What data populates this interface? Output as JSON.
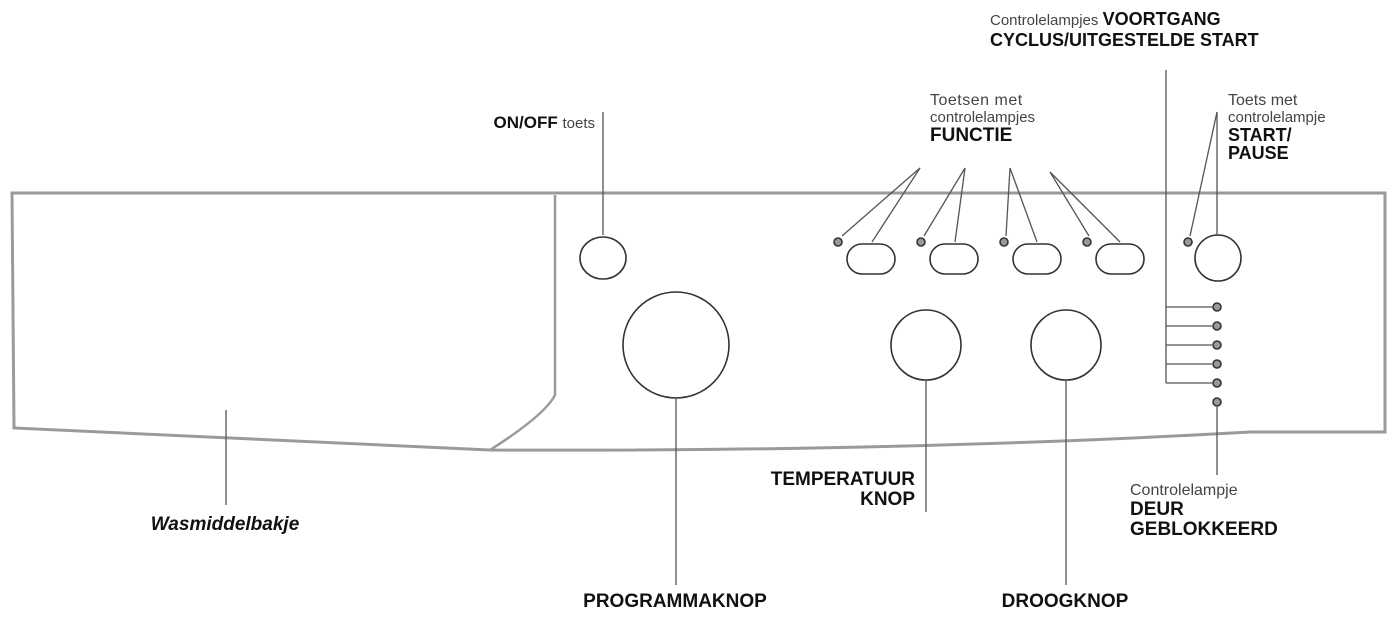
{
  "labels": {
    "onoff": {
      "bold": "ON/OFF",
      "normal": "toets"
    },
    "functie": {
      "line1": "Toetsen met",
      "line2": "controlelampjes",
      "bold": "FUNCTIE"
    },
    "voortgang": {
      "normal": "Controlelampjes",
      "bold1": "VOORTGANG",
      "bold2": "CYCLUS/UITGESTELDE START"
    },
    "startpause": {
      "line1": "Toets met",
      "line2": "controlelampje",
      "bold1": "START/",
      "bold2": "PAUSE"
    },
    "temperatuur": {
      "bold1": "TEMPERATUUR",
      "bold2": "KNOP"
    },
    "deur": {
      "normal": "Controlelampje",
      "bold1": "DEUR",
      "bold2": "GEBLOKKEERD"
    },
    "wasmiddel": "Wasmiddelbakje",
    "programma": "PROGRAMMAKNOP",
    "droog": "DROOGKNOP"
  },
  "colors": {
    "line": "#9a9a9a",
    "text": "#111111"
  }
}
